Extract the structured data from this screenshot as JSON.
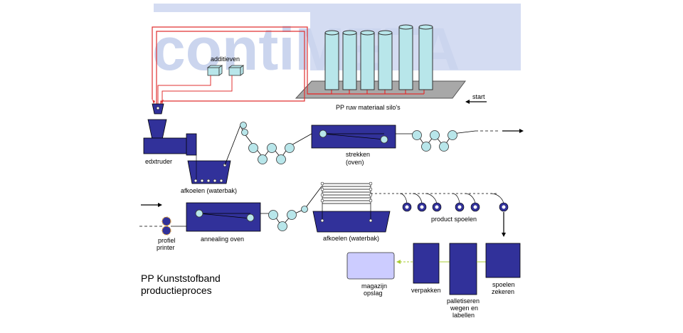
{
  "watermark": {
    "text": "contiMETA",
    "color": "#c9d3ee"
  },
  "colors": {
    "machine": "#31319a",
    "cylinder": "#b8e6ea",
    "red_line": "#e03030",
    "platform": "#a8a8a8",
    "storage": "#ccccff",
    "arrow_green": "#aacc33"
  },
  "labels": {
    "additieven": "additieven",
    "silos": "PP ruw materiaal silo's",
    "start": "start",
    "extruder": "edxtruder",
    "afkoelen1": "afkoelen (waterbak)",
    "strekken_1": "strekken",
    "strekken_2": "(oven)",
    "profiel_1": "profiel",
    "profiel_2": "printer",
    "annealing": "annealing oven",
    "afkoelen2": "afkoelen (waterbak)",
    "product_spoelen": "product spoelen",
    "magazijn_1": "magazijn",
    "magazijn_2": "opslag",
    "verpakken": "verpakken",
    "palletiseren_1": "palletiseren",
    "palletiseren_2": "wegen en",
    "palletiseren_3": "labellen",
    "spoelen_1": "spoelen",
    "spoelen_2": "zekeren"
  },
  "title": {
    "line1": "PP Kunststofband",
    "line2": "productieproces"
  }
}
